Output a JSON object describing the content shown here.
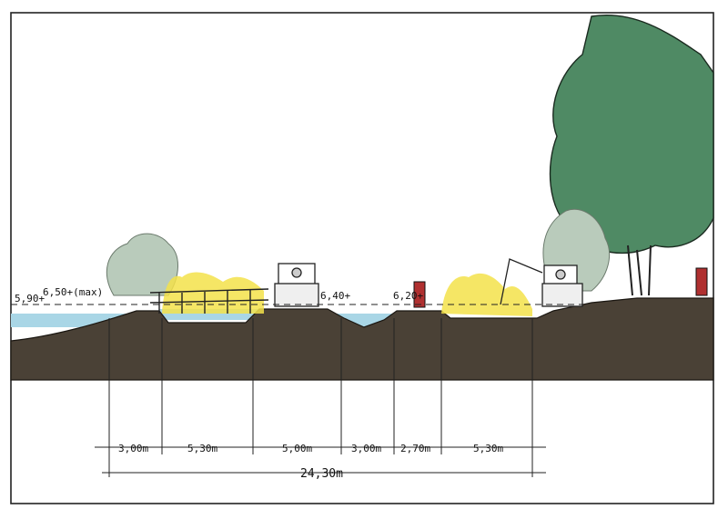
{
  "elevations": {
    "water": "5,90+",
    "max": "6,50+(max)",
    "path": "6,40+",
    "bank": "6,20+"
  },
  "dimensions": [
    "3,00m",
    "5,30m",
    "5,00m",
    "3,00m",
    "2,70m",
    "5,30m"
  ],
  "total": "24,30m",
  "colors": {
    "ground": "#4a4136",
    "water": "#a9d6e6",
    "tree": "#4f8a64",
    "tree_light": "#b9cbbb",
    "reeds": "#f3e24a",
    "marker": "#b03030"
  }
}
